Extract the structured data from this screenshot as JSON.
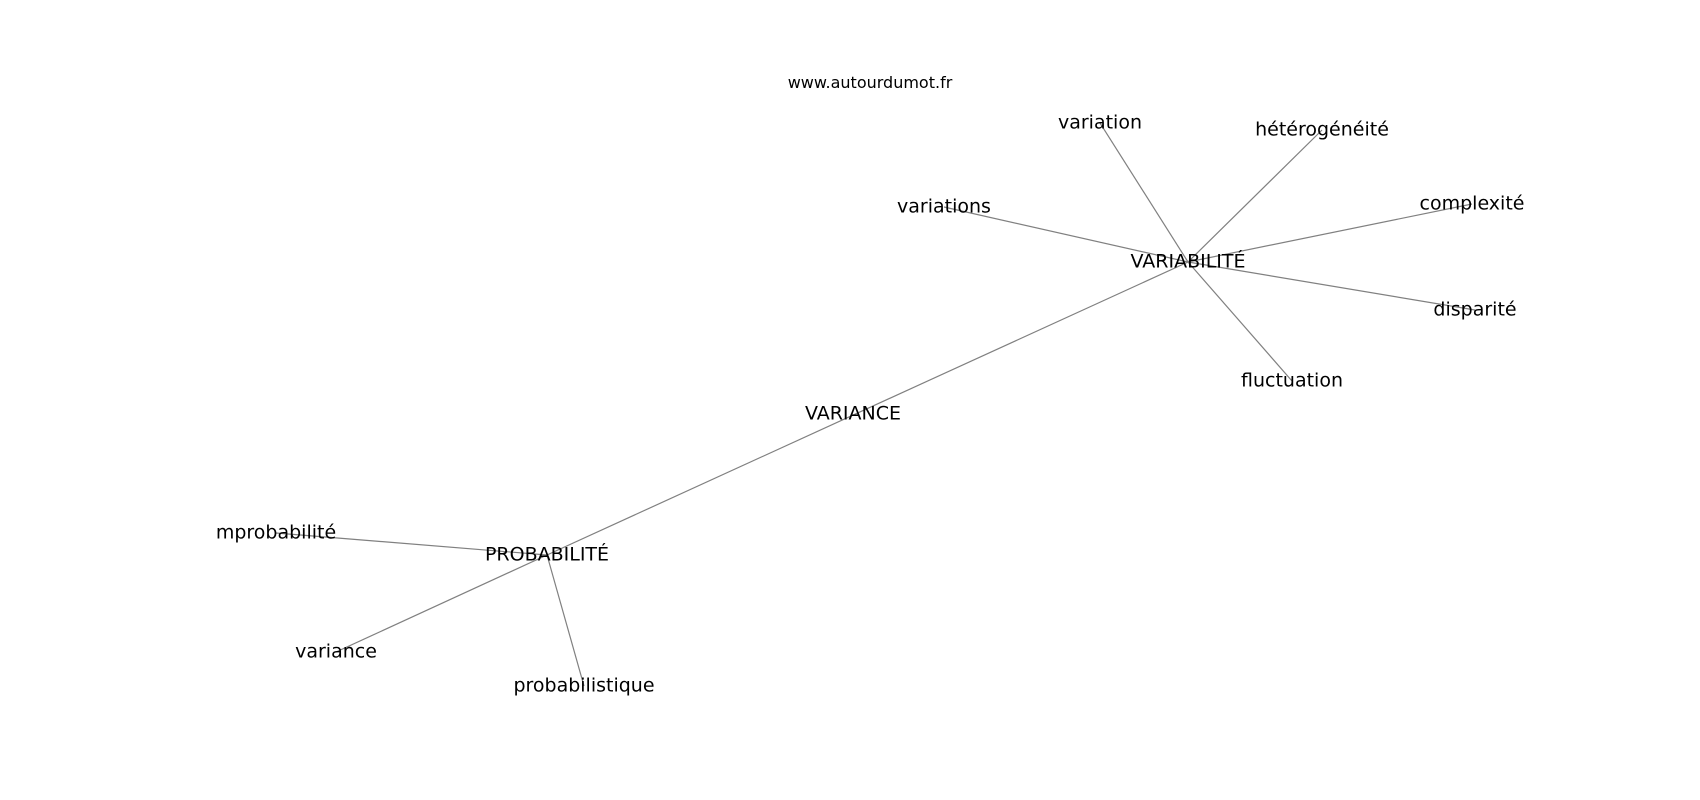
{
  "source": "www.autourdumot.fr",
  "nodes": [
    {
      "id": "variance_center",
      "label": "VARIANCE"
    },
    {
      "id": "variabilite",
      "label": "VARIABILITÉ"
    },
    {
      "id": "probabilite",
      "label": "PROBABILITÉ"
    },
    {
      "id": "variation",
      "label": "variation"
    },
    {
      "id": "heterogeneite",
      "label": "hétérogénéité"
    },
    {
      "id": "variations",
      "label": "variations"
    },
    {
      "id": "complexite",
      "label": "complexité"
    },
    {
      "id": "disparite",
      "label": "disparité"
    },
    {
      "id": "fluctuation",
      "label": "fluctuation"
    },
    {
      "id": "mprobabilite",
      "label": "mprobabilité"
    },
    {
      "id": "variance_small",
      "label": "variance"
    },
    {
      "id": "probabilistique",
      "label": "probabilistique"
    }
  ],
  "edges": [
    [
      "variabilite",
      "probabilite"
    ],
    [
      "variabilite",
      "variation"
    ],
    [
      "variabilite",
      "heterogeneite"
    ],
    [
      "variabilite",
      "variations"
    ],
    [
      "variabilite",
      "complexite"
    ],
    [
      "variabilite",
      "disparite"
    ],
    [
      "variabilite",
      "fluctuation"
    ],
    [
      "probabilite",
      "mprobabilite"
    ],
    [
      "probabilite",
      "variance_small"
    ],
    [
      "probabilite",
      "probabilistique"
    ]
  ]
}
